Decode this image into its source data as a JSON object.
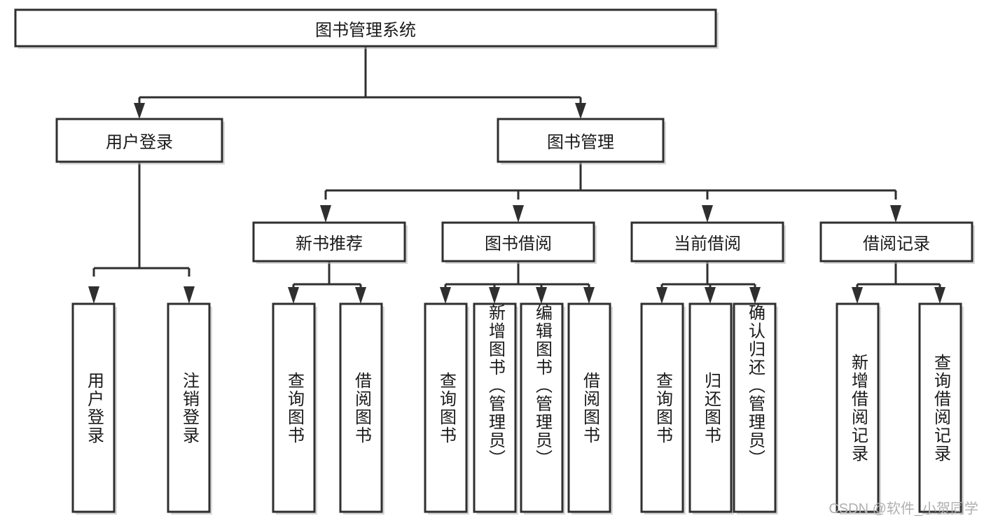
{
  "diagram": {
    "type": "hierarchy-tree",
    "title": "图书管理系统",
    "watermark": "CSDN @软件_小贺同学",
    "levels": [
      {
        "level": 1,
        "nodes": [
          {
            "id": "root",
            "label": "图书管理系统",
            "orientation": "horizontal"
          }
        ]
      },
      {
        "level": 2,
        "nodes": [
          {
            "id": "login",
            "label": "用户登录",
            "orientation": "horizontal",
            "parent": "root"
          },
          {
            "id": "bookmgmt",
            "label": "图书管理",
            "orientation": "horizontal",
            "parent": "root"
          }
        ]
      },
      {
        "level": 3,
        "nodes": [
          {
            "id": "newbook",
            "label": "新书推荐",
            "orientation": "horizontal",
            "parent": "bookmgmt"
          },
          {
            "id": "borrow",
            "label": "图书借阅",
            "orientation": "horizontal",
            "parent": "bookmgmt"
          },
          {
            "id": "current",
            "label": "当前借阅",
            "orientation": "horizontal",
            "parent": "bookmgmt"
          },
          {
            "id": "records",
            "label": "借阅记录",
            "orientation": "horizontal",
            "parent": "bookmgmt"
          }
        ]
      },
      {
        "level": 4,
        "nodes": [
          {
            "id": "leaf-user-login",
            "label": "用户登录",
            "orientation": "vertical",
            "parent": "login"
          },
          {
            "id": "leaf-user-logout",
            "label": "注销登录",
            "orientation": "vertical",
            "parent": "login"
          },
          {
            "id": "leaf-newbook-query",
            "label": "查询图书",
            "orientation": "vertical",
            "parent": "newbook"
          },
          {
            "id": "leaf-newbook-borrow",
            "label": "借阅图书",
            "orientation": "vertical",
            "parent": "newbook"
          },
          {
            "id": "leaf-borrow-query",
            "label": "查询图书",
            "orientation": "vertical",
            "parent": "borrow"
          },
          {
            "id": "leaf-borrow-add",
            "label": "新增图书（管理员）",
            "orientation": "vertical",
            "parent": "borrow"
          },
          {
            "id": "leaf-borrow-edit",
            "label": "编辑图书（管理员）",
            "orientation": "vertical",
            "parent": "borrow"
          },
          {
            "id": "leaf-borrow-lend",
            "label": "借阅图书",
            "orientation": "vertical",
            "parent": "borrow"
          },
          {
            "id": "leaf-current-query",
            "label": "查询图书",
            "orientation": "vertical",
            "parent": "current"
          },
          {
            "id": "leaf-current-return",
            "label": "归还图书",
            "orientation": "vertical",
            "parent": "current"
          },
          {
            "id": "leaf-current-confirm",
            "label": "确认归还（管理员）",
            "orientation": "vertical",
            "parent": "current"
          },
          {
            "id": "leaf-records-add",
            "label": "新增借阅记录",
            "orientation": "vertical",
            "parent": "records"
          },
          {
            "id": "leaf-records-query",
            "label": "查询借阅记录",
            "orientation": "vertical",
            "parent": "records"
          }
        ]
      }
    ],
    "colors": {
      "box_stroke": "#2f2f2f",
      "box_fill": "#ffffff",
      "text": "#1a1a1a",
      "connector": "#2f2f2f",
      "watermark": "#b0b0b0",
      "background": "#ffffff"
    }
  }
}
